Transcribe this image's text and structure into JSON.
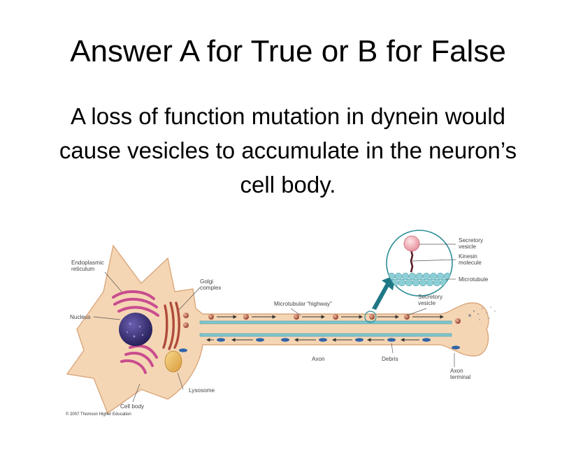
{
  "slide": {
    "title": "Answer A for True or B for False",
    "question_lines": [
      "A loss of function mutation in dynein would",
      "cause vesicles to accumulate in the neuron’s",
      "cell body."
    ]
  },
  "diagram": {
    "labels": {
      "endoplasmic_reticulum": [
        "Endoplasmic",
        "reticulum"
      ],
      "nucleus": "Nucleus",
      "golgi_complex": [
        "Golgi",
        "complex"
      ],
      "microtubular_highway": "Microtubular “highway”",
      "secretory_vesicle_top": [
        "Secretory",
        "vesicle"
      ],
      "kinesin_molecule": [
        "Kinesin",
        "molecule"
      ],
      "microtubule": "Microtubule",
      "secretory_vesicle": [
        "Secretory",
        "vesicle"
      ],
      "axon": "Axon",
      "debris": "Debris",
      "axon_terminal": [
        "Axon",
        "terminal"
      ],
      "lysosome": "Lysosome",
      "cell_body": "Cell body"
    },
    "copyright": "© 2007 Thomson Higher Education",
    "colors": {
      "cell": "#f5d6b4",
      "cell_edge": "#d9a77c",
      "nucleus": "#3a2f7a",
      "er": "#c94d8e",
      "golgi": "#b04a3a",
      "vesicle": "#b5603f",
      "debris": "#2f64a8",
      "microtubule": "#7fc6cf",
      "lysosome": "#e9c06a"
    }
  }
}
